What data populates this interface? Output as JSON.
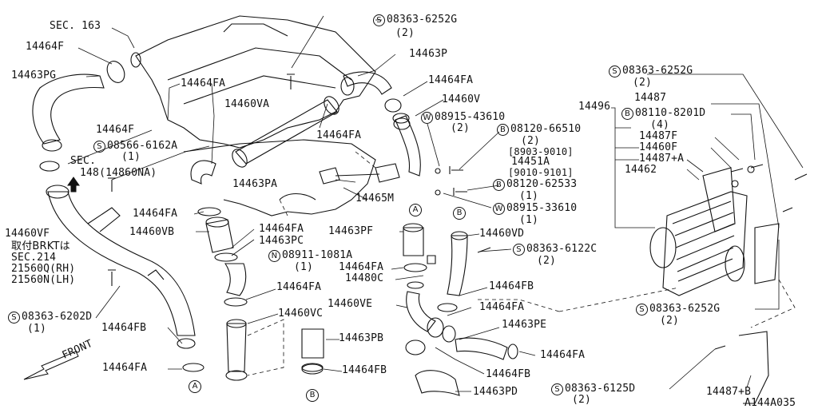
{
  "colors": {
    "ink": "#111111",
    "paper": "#ffffff"
  },
  "diagram_id": "A144A035",
  "front_label": "FRONT",
  "sec163": "SEC. 163",
  "sec148": {
    "line1": "SEC.",
    "line2": "148(14860NA)"
  },
  "bracket_note": {
    "l1": "取付BRKTは",
    "l2": "SEC.214",
    "l3": "21560Q(RH)",
    "l4": "21560N(LH)"
  },
  "parts": {
    "p14464F_top": "14464F",
    "p14463PG": "14463PG",
    "p14464F_mid": "14464F",
    "p14464FA_1": "14464FA",
    "p14460VA": "14460VA",
    "p14464FA_2": "14464FA",
    "p14463P": "14463P",
    "p14464FA_3": "14464FA",
    "p14460V": "14460V",
    "p14463PA": "14463PA",
    "p14465M": "14465M",
    "p14464FA_4": "14464FA",
    "p14460VB": "14460VB",
    "p14464FA_5": "14464FA",
    "p14463PC": "14463PC",
    "p14464FA_6": "14464FA",
    "p14460VC": "14460VC",
    "p14463PB": "14463PB",
    "p14464FB_1": "14464FB",
    "p14464FA_7": "14464FA",
    "p14464FB_2": "14464FB",
    "p14463PF": "14463PF",
    "p14464FA_8": "14464FA",
    "p14480C": "14480C",
    "p14460VE": "14460VE",
    "p14460VD": "14460VD",
    "p14464FB_3": "14464FB",
    "p14464FA_9": "14464FA",
    "p14463PE": "14463PE",
    "p14464FA_10": "14464FA",
    "p14464FB_4": "14464FB",
    "p14463PD": "14463PD",
    "p14460VF": "14460VF",
    "p14496": "14496",
    "p14487": "14487",
    "p14487F": "14487F",
    "p14460F": "14460F",
    "p14487A": "14487+A",
    "p14462": "14462",
    "p14451A": "14451A",
    "p14487B": "14487+B",
    "date1": "[8903-9010]",
    "date2": "[9010-9101]"
  },
  "callouts": {
    "s_6252G_top": {
      "sym": "S",
      "num": "08363-6252G",
      "qty": "(2)"
    },
    "s_6162A": {
      "sym": "S",
      "num": "08566-6162A",
      "qty": "(1)"
    },
    "w_43610": {
      "sym": "W",
      "num": "08915-43610",
      "qty": "(2)"
    },
    "b_66510": {
      "sym": "B",
      "num": "08120-66510",
      "qty": "(2)"
    },
    "b_62533": {
      "sym": "B",
      "num": "08120-62533",
      "qty": "(1)"
    },
    "w_33610": {
      "sym": "W",
      "num": "08915-33610",
      "qty": "(1)"
    },
    "s_6252G_right": {
      "sym": "S",
      "num": "08363-6252G",
      "qty": "(2)"
    },
    "b_8201D": {
      "sym": "B",
      "num": "08110-8201D",
      "qty": "(4)"
    },
    "s_6122C": {
      "sym": "S",
      "num": "08363-6122C",
      "qty": "(2)"
    },
    "n_1081A": {
      "sym": "N",
      "num": "08911-1081A",
      "qty": "(1)"
    },
    "s_6202D": {
      "sym": "S",
      "num": "08363-6202D",
      "qty": "(1)"
    },
    "s_6252G_low": {
      "sym": "S",
      "num": "08363-6252G",
      "qty": "(2)"
    },
    "s_6125D": {
      "sym": "S",
      "num": "08363-6125D",
      "qty": "(2)"
    }
  },
  "refs": {
    "A": "A",
    "B": "B"
  }
}
